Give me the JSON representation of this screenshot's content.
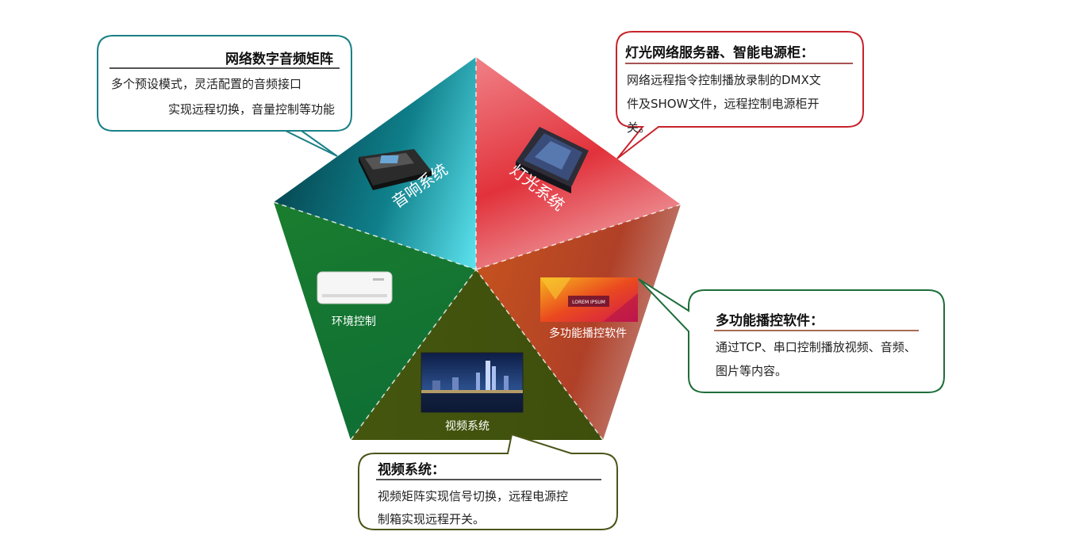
{
  "segments": {
    "audio": {
      "label": "音响系统",
      "color": "#0b7a86"
    },
    "lighting": {
      "label": "灯光系统",
      "color": "#d8333a"
    },
    "environment": {
      "label": "环境控制",
      "color": "#127231"
    },
    "software": {
      "label": "多功能播控软件",
      "color": "#b5472a"
    },
    "video": {
      "label": "视频系统",
      "color": "#46560f"
    }
  },
  "callouts": {
    "audio": {
      "title": "网络数字音频矩阵",
      "lines": [
        "多个预设模式，灵活配置的音频接口",
        "实现远程切换，音量控制等功能"
      ],
      "color": "#1a8087"
    },
    "lighting": {
      "title": "灯光网络服务器、智能电源柜：",
      "lines": [
        "网络远程指令控制播放录制的DMX文",
        "件及SHOW文件，远程控制电源柜开",
        "关。"
      ],
      "color": "#c8232c"
    },
    "software": {
      "title": "多功能播控软件：",
      "lines": [
        "通过TCP、串口控制播放视频、音频、",
        "图片等内容。"
      ],
      "color": "#1e6e3a"
    },
    "video": {
      "title": "视频系统：",
      "lines": [
        "视频矩阵实现信号切换，远程电源控",
        "制箱实现远程开关。"
      ],
      "color": "#4a5518"
    }
  },
  "thumbnail": {
    "banner_text": "LOREM IPSUM"
  }
}
